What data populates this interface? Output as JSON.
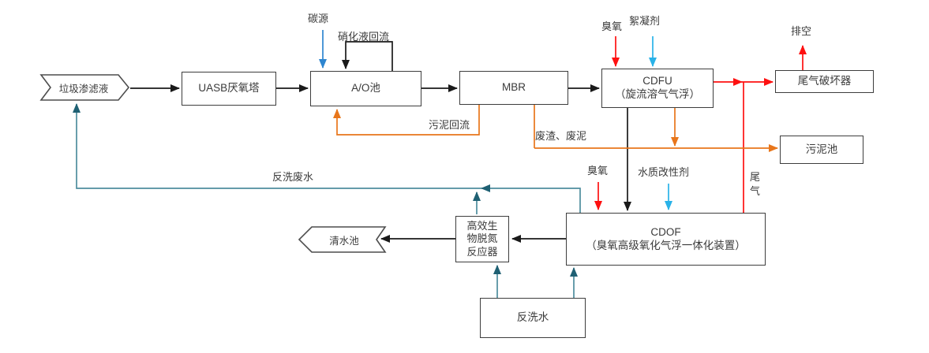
{
  "colors": {
    "black": "#1a1a1a",
    "red": "#fe1010",
    "orange": "#e8761b",
    "teal": "#4e8d9e",
    "tealdark": "#1f6073",
    "blue": "#2e86d0",
    "lightblue": "#29b2e8",
    "border": "#3d3d3d",
    "shapeborder": "#4d4d4d",
    "text": "#3a3a3a",
    "background": "#ffffff"
  },
  "nodes": {
    "leachate": {
      "label": "垃圾渗滤液"
    },
    "uasb": {
      "label": "UASB厌氧塔"
    },
    "ao": {
      "label": "A/O池"
    },
    "mbr": {
      "label": "MBR"
    },
    "cdfu": {
      "lines": [
        "CDFU",
        "（旋流溶气气浮）"
      ]
    },
    "tail_gas_destroyer": {
      "label": "尾气破坏器"
    },
    "sludge_pool": {
      "label": "污泥池"
    },
    "cdof": {
      "lines": [
        "CDOF",
        "（臭氧高级氧化气浮一体化装置）"
      ]
    },
    "bio_reactor": {
      "lines": [
        "高效生",
        "物脱氮",
        "反应器"
      ]
    },
    "clear_water_pool": {
      "label": "清水池"
    },
    "backwash_water": {
      "label": "反洗水"
    }
  },
  "labels": {
    "carbon_source": "碳源",
    "nitrification_reflux": "硝化液回流",
    "sludge_reflux": "污泥回流",
    "waste_residue_sludge": "废渣、废泥",
    "ozone_cdfu": "臭氧",
    "flocculant": "絮凝剂",
    "vent": "排空",
    "ozone_cdof": "臭氧",
    "water_modifier": "水质改性剂",
    "tail_gas": "尾气",
    "backwash_wastewater": "反洗废水"
  }
}
